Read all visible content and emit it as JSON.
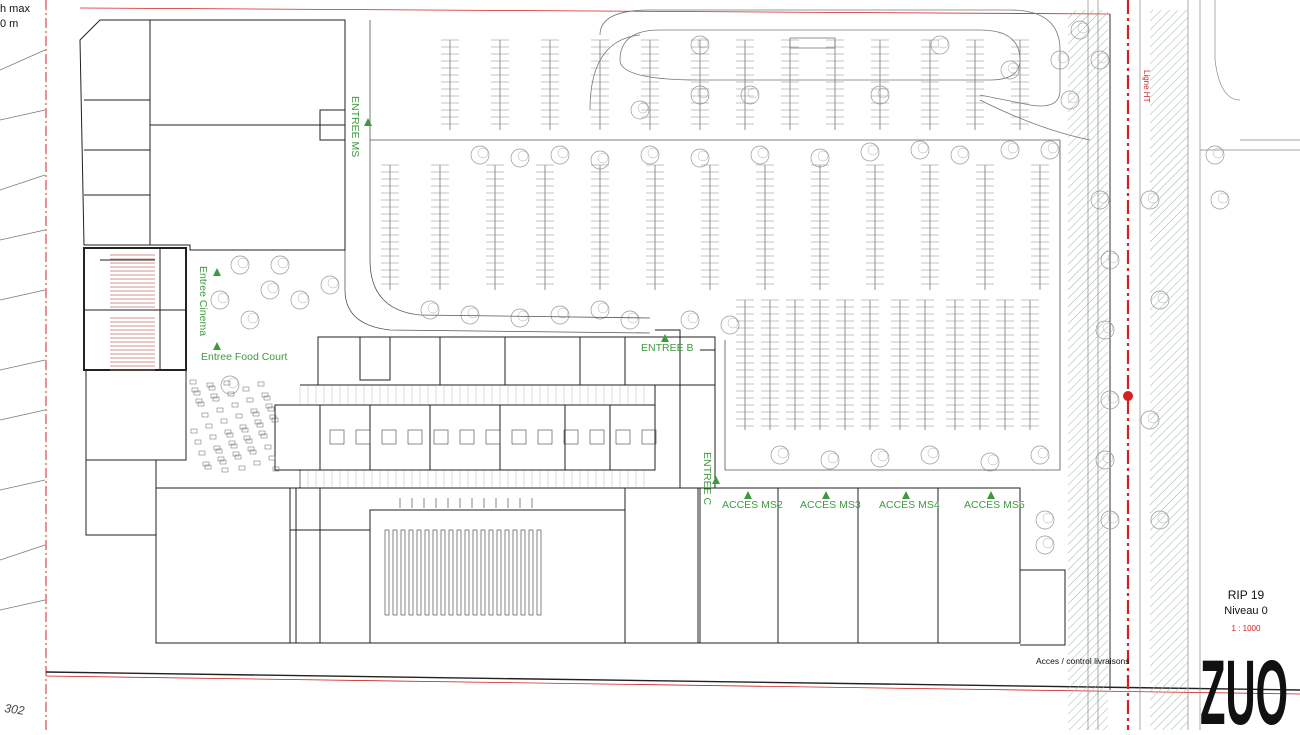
{
  "labels": {
    "entree_ms": "ENTREE MS",
    "entree_cinema": "Entree Cinema",
    "entree_food_court": "Entree Food Court",
    "entree_b": "ENTREE B",
    "entree_c": "ENTREE C",
    "acces_ms2": "ACCES MS2",
    "acces_ms3": "ACCES MS3",
    "acces_ms4": "ACCES MS4",
    "acces_ms5": "ACCES MS5",
    "acces_livraisons": "Acces / control livraisons",
    "ligne": "Ligne HT",
    "h_max": "h max",
    "zero_m": "0 m",
    "parcel": "302"
  },
  "title_block": {
    "project": "RIP 19",
    "level": "Niveau 0",
    "scale": "1 : 1000",
    "logo": "ZUO"
  },
  "colors": {
    "accent_green": "#3f9a3f",
    "boundary_red": "#d42020",
    "line_dark": "#222222",
    "line_gray": "#888888",
    "hatch": "#9ab7a6"
  }
}
